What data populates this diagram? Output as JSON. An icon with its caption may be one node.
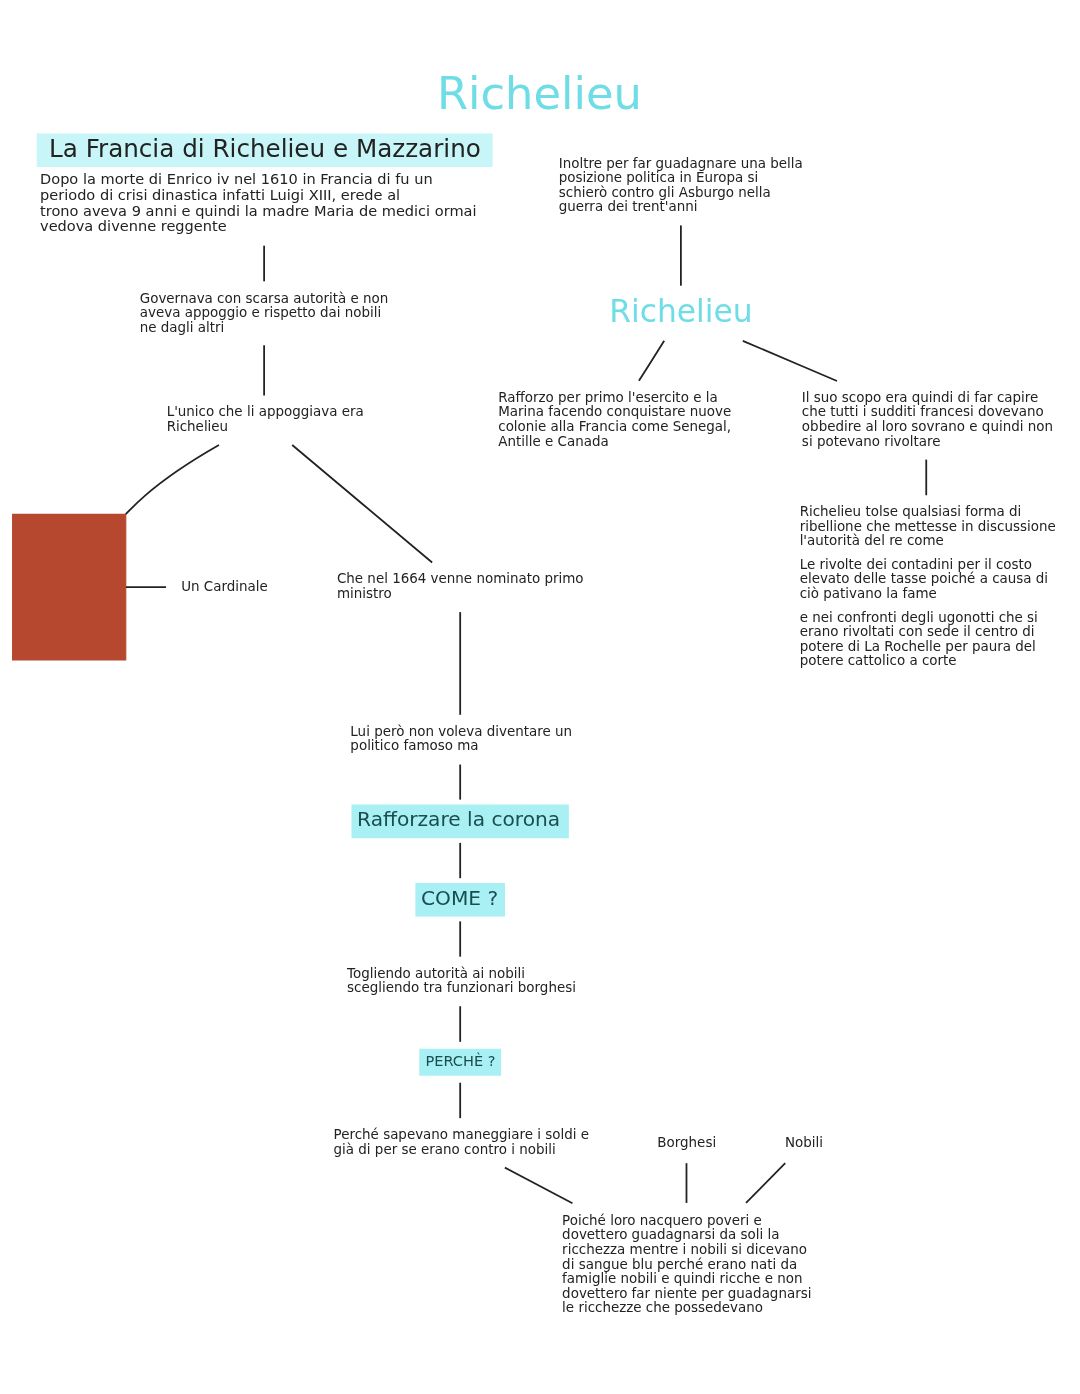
{
  "diagram": {
    "title": "Richelieu",
    "nodes": [
      {
        "text": [
          "La Francia di Richelieu e Mazzarino",
          "Dopo la morte di Enrico iv nel 1610 in Francia di fu un periodo di crisi dinastica infatti Luigi XIII, erede al trono aveva 9 anni e quindi la madre Maria de medici ormai vedova divenne reggente"
        ]
      },
      {
        "text": [
          "Governava con scarsa autorità e non aveva appoggio e rispetto dai nobili ne dagli altri"
        ]
      },
      {
        "text": [
          "L'unico che li appoggiava era Richelieu"
        ]
      },
      {
        "text": [],
        "shape": "box"
      },
      {
        "text": [
          "Un Cardinale"
        ]
      },
      {
        "text": [
          "Che nel 1664 venne nominato primo ministro"
        ]
      },
      {
        "text": [
          "Lui però non voleva diventare un politico famoso ma"
        ]
      },
      {
        "text": [
          "Rafforzare la corona"
        ]
      },
      {
        "text": [
          "COME ?"
        ]
      },
      {
        "text": [
          "Togliendo autorità ai nobili scegliendo tra funzionari borghesi"
        ]
      },
      {
        "text": [
          "PERCHÈ ?"
        ]
      },
      {
        "text": [
          "Perché sapevano maneggiare i soldi e già di per se erano contro i nobili"
        ]
      },
      {
        "text": [
          "Borghesi"
        ]
      },
      {
        "text": [
          "Poiché loro nacquero poveri e dovettero guadagnarsi da soli la ricchezza mentre i nobili si dicevano di sangue blu perché erano nati da famiglie nobili e quindi ricche e non dovettero far niente per guadagnarsi le ricchezze che possedevano"
        ]
      },
      {
        "text": [
          "Nobili"
        ]
      },
      {
        "text": [
          "Richelieu tolse qualsiasi forma di ribellione che mettesse in discussione l'autorità del re come",
          "Le rivolte dei contadini per il costo elevato delle tasse poiché a causa di ciò pativano la fame",
          "e nei confronti degli ugonotti che si erano rivoltati con sede il centro di potere di La Rochelle per paura del potere cattolico a corte"
        ]
      },
      {
        "text": [
          "Inoltre per far guadagnare una bella posizione politica in Europa si schierò contro gli Asburgo nella guerra dei trent'anni"
        ]
      },
      {
        "text": [
          "Richelieu"
        ]
      },
      {
        "text": [
          "Rafforzo per primo l'esercito e la Marina facendo conquistare nuove colonie alla Francia come Senegal, Antille e Canada"
        ]
      },
      {
        "text": [
          "Il suo scopo era quindi di far capire che tutti i sudditi francesi dovevano obbedire al loro sovrano e quindi non si potevano rivoltare"
        ]
      }
    ],
    "edges": [
      {
        "from": 0,
        "to": 1,
        "arrow": "none"
      },
      {
        "from": 1,
        "to": 2,
        "arrow": "none"
      },
      {
        "from": 2,
        "to": 3,
        "arrow": "none"
      },
      {
        "from": 3,
        "to": 4,
        "arrow": "none"
      },
      {
        "from": 2,
        "to": 5,
        "arrow": "none"
      },
      {
        "from": 5,
        "to": 6,
        "arrow": "none"
      },
      {
        "from": 6,
        "to": 7,
        "arrow": "none"
      },
      {
        "from": 7,
        "to": 8,
        "arrow": "none"
      },
      {
        "from": 8,
        "to": 9,
        "arrow": "none"
      },
      {
        "from": 9,
        "to": 10,
        "arrow": "none"
      },
      {
        "from": 10,
        "to": 11,
        "arrow": "none"
      },
      {
        "from": 11,
        "to": 13,
        "arrow": "none"
      },
      {
        "from": 12,
        "to": 13,
        "arrow": "none"
      },
      {
        "from": 14,
        "to": 13,
        "arrow": "none"
      },
      {
        "from": 16,
        "to": 17,
        "arrow": "none"
      },
      {
        "from": 17,
        "to": 18,
        "arrow": "none"
      },
      {
        "from": 17,
        "to": 19,
        "arrow": "none"
      },
      {
        "from": 19,
        "to": 15,
        "arrow": "none"
      }
    ]
  }
}
